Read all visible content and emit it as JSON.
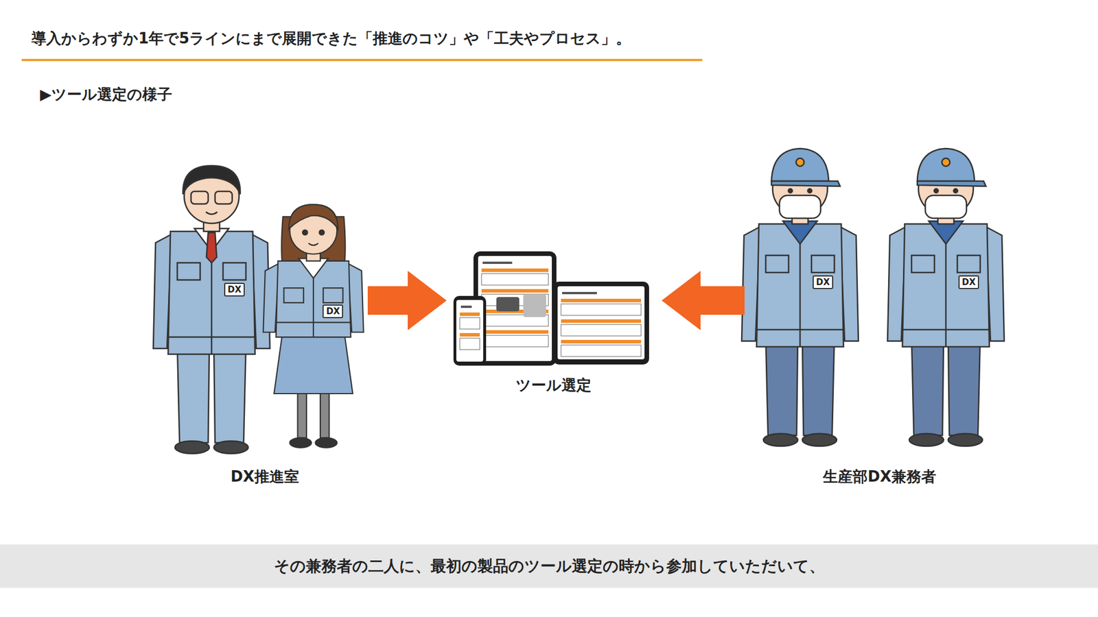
{
  "diagram": {
    "title": "導入からわずか1年で5ラインにまで展開できた「推進のコツ」や「工夫やプロセス」。",
    "caption": "その兼務者の二人に、最初の製品のツール選定の時から参加していただいて、",
    "nodes": [
      {
        "text": [
          "DX推進室"
        ]
      },
      {
        "text": [
          "ツール選定"
        ]
      },
      {
        "text": [
          "生産部DX兼務者"
        ]
      }
    ],
    "edges": [
      {
        "from": 0,
        "to": 1,
        "arrow": "to"
      },
      {
        "from": 2,
        "to": 1,
        "arrow": "to"
      }
    ],
    "labels": [
      "▶ツール選定の様子",
      "DX",
      "DX",
      "DX",
      "DX"
    ]
  }
}
